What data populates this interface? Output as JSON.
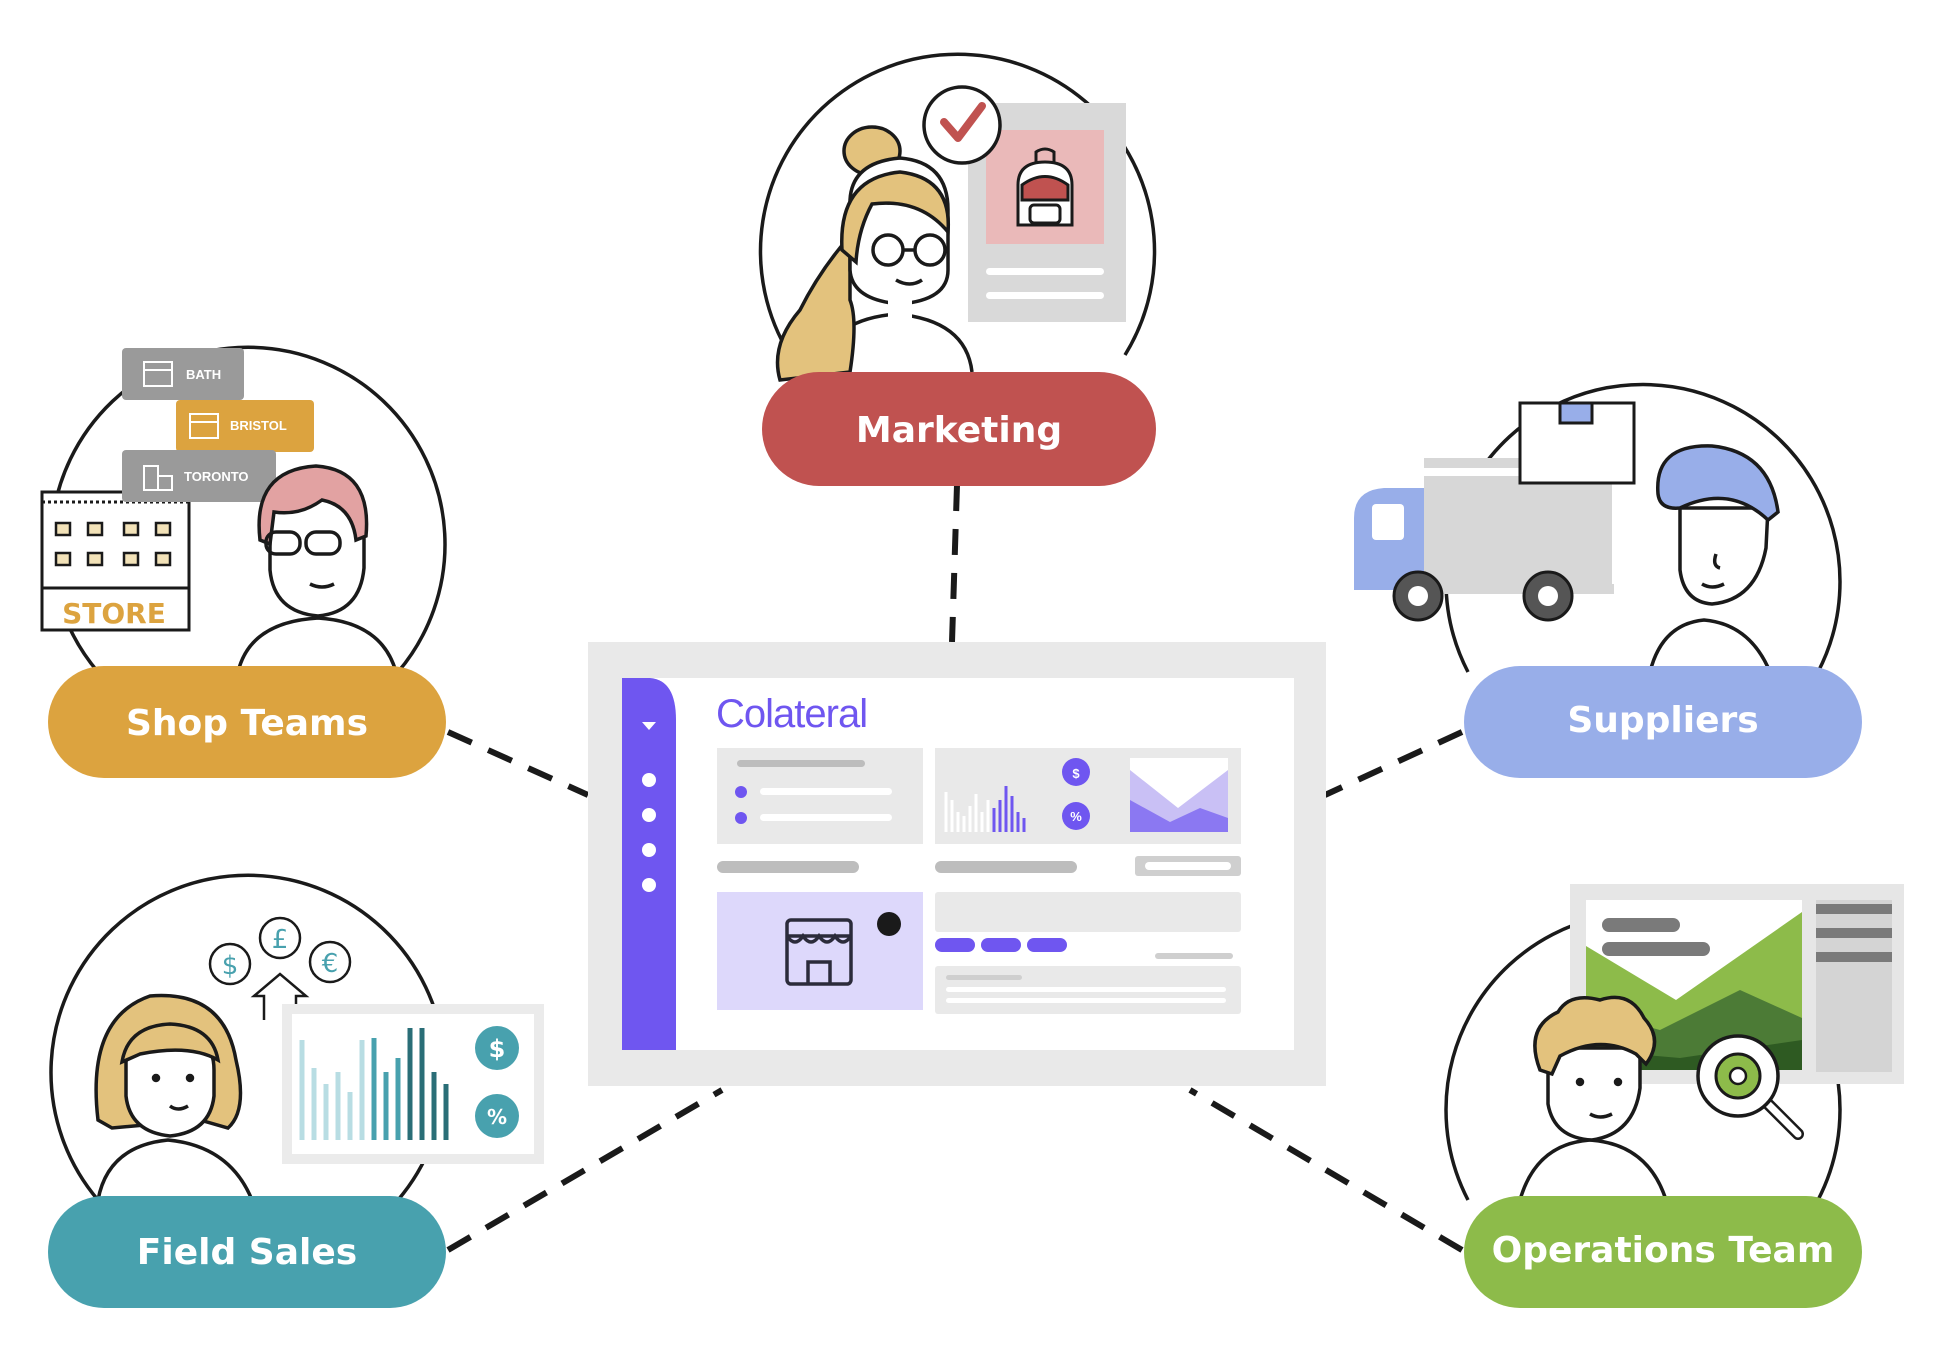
{
  "app": {
    "name": "Colateral"
  },
  "groups": {
    "marketing": {
      "label": "Marketing",
      "color": "#c05250"
    },
    "shop_teams": {
      "label": "Shop Teams",
      "color": "#dca33f"
    },
    "suppliers": {
      "label": "Suppliers",
      "color": "#98aee9"
    },
    "field_sales": {
      "label": "Field Sales",
      "color": "#48a1ae"
    },
    "operations": {
      "label": "Operations Team",
      "color": "#8dbb4a"
    }
  },
  "stores": [
    "BATH",
    "BRISTOL",
    "TORONTO"
  ],
  "store_sign": "STORE",
  "currency_icons": [
    "$",
    "£",
    "€"
  ],
  "metric_badges": [
    "$",
    "%"
  ],
  "colors": {
    "brand": "#6f56f0",
    "ink": "#1a1a1a",
    "panel": "#e9e9e9"
  }
}
